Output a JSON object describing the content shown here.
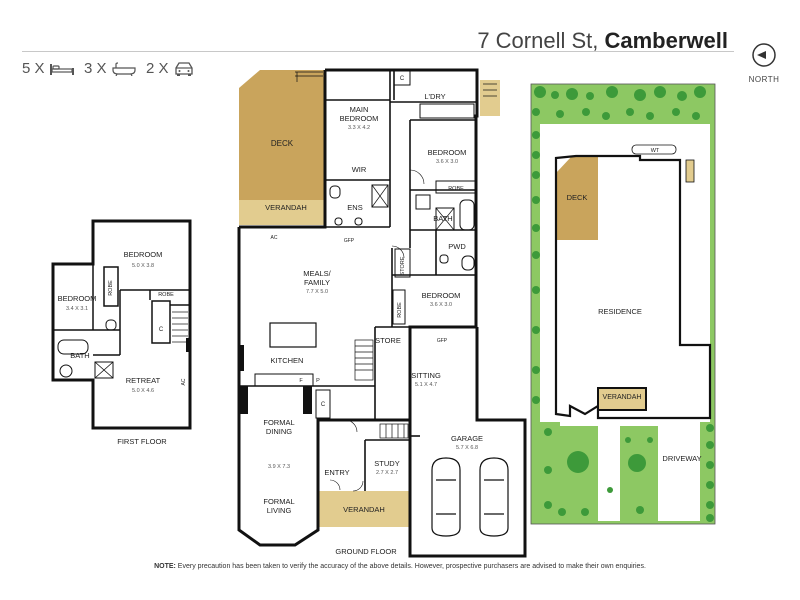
{
  "header": {
    "street": "7 Cornell St,",
    "suburb": "Camberwell",
    "north_label": "NORTH"
  },
  "features": [
    {
      "count": "5 X",
      "icon": "bed-icon"
    },
    {
      "count": "3 X",
      "icon": "bath-icon"
    },
    {
      "count": "2 X",
      "icon": "car-icon"
    }
  ],
  "first_floor": {
    "title": "FIRST FLOOR",
    "bedroom1": {
      "name": "BEDROOM",
      "dim": "5.0 X 3.8"
    },
    "bedroom2": {
      "name": "BEDROOM",
      "dim": "3.4 X 3.1"
    },
    "robe_a": "ROBE",
    "robe_b": "ROBE",
    "cupboard": "C",
    "bath": "BATH",
    "retreat": {
      "name": "RETREAT",
      "dim": "5.0 X 4.6"
    },
    "ac": "AC"
  },
  "ground_floor": {
    "title": "GROUND FLOOR",
    "deck": "DECK",
    "verandah_rear": "VERANDAH",
    "ac": "AC",
    "gfp1": "GFP",
    "main_bedroom": {
      "name1": "MAIN",
      "name2": "BEDROOM",
      "dim": "3.3 X 4.2"
    },
    "ldry": "L'DRY",
    "c1": "C",
    "wir": "WIR",
    "ens": "ENS",
    "bedroom_a": {
      "name": "BEDROOM",
      "dim": "3.6 X 3.0"
    },
    "robe": "ROBE",
    "bath": "BATH",
    "pwd": "PWD",
    "store_v": "STORE",
    "bedroom_b": {
      "name": "BEDROOM",
      "dim": "3.6 X 3.0"
    },
    "robe_v": "ROBE",
    "meals": {
      "name1": "MEALS/",
      "name2": "FAMILY",
      "dim": "7.7 X 5.0"
    },
    "store": "STORE",
    "gfp2": "GFP",
    "kitchen": "KITCHEN",
    "sitting": {
      "name": "SITTING",
      "dim": "5.1 X 4.7"
    },
    "f": "F",
    "p": "P",
    "c2": "C",
    "formal_dining": {
      "name1": "FORMAL",
      "name2": "DINING",
      "dim": "3.9 X 7.3"
    },
    "formal_living": {
      "name1": "FORMAL",
      "name2": "LIVING"
    },
    "entry": "ENTRY",
    "study": {
      "name": "STUDY",
      "dim": "2.7 X 2.7"
    },
    "verandah_front": "VERANDAH",
    "garage": {
      "name": "GARAGE",
      "dim": "5.7 X 6.8"
    }
  },
  "site": {
    "wt": "WT",
    "deck": "DECK",
    "residence": "RESIDENCE",
    "verandah": "VERANDAH",
    "driveway": "DRIVEWAY"
  },
  "note": {
    "label": "NOTE:",
    "text": " Every precaution has been taken to verify the accuracy of the above details. However, prospective purchasers are advised to make their own enquiries."
  },
  "colors": {
    "deck": "#c9a45c",
    "verandah": "#e2cc8f",
    "lawn": "#8dc863",
    "tree": "#3d9a3a",
    "wall": "#111111",
    "paving": "#ffffff"
  }
}
